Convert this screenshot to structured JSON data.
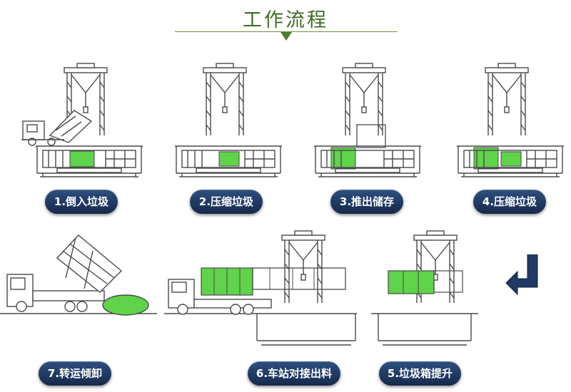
{
  "header": {
    "title": "工作流程"
  },
  "steps": [
    {
      "label": "1.倒入垃圾"
    },
    {
      "label": "2.压缩垃圾"
    },
    {
      "label": "3.推出储存"
    },
    {
      "label": "4.压缩垃圾"
    },
    {
      "label": "5.垃圾箱提升"
    },
    {
      "label": "6.车站对接出料"
    },
    {
      "label": "7.转运倾卸"
    }
  ],
  "colors": {
    "accent_green": "#5fd34a",
    "pill_navy": "#1f3a63",
    "title_green": "#3f6b23",
    "line_gray": "#4a4a4a"
  },
  "icons": {
    "flow_arrow": "l-shaped-left-arrow-icon"
  }
}
